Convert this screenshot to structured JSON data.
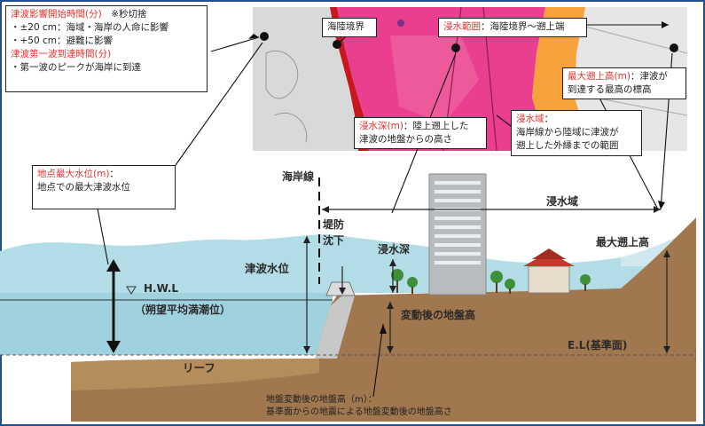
{
  "callouts": {
    "onset": {
      "title": "津波影響開始時間(分)",
      "note": "※秒切捨",
      "line1": "・±20 cm：海域・海岸の人命に影響",
      "line2": "・+50 cm：避難に影響",
      "title2": "津波第一波到達時間(分)",
      "line3": "・第一波のピークが海岸に到達"
    },
    "coastline_box": "海陸境界",
    "inundation_range": {
      "term": "浸水範囲",
      "desc": "：海陸境界～遡上端"
    },
    "max_runup": {
      "term": "最大遡上高(m)",
      "desc1": "：津波が",
      "desc2": "到達する最高の標高"
    },
    "inundation_depth": {
      "term": "浸水深(m)",
      "desc1": "：陸上遡上した",
      "desc2": "津波の地盤からの高さ"
    },
    "inundation_area": {
      "term": "浸水域",
      "desc0": "：",
      "desc1": "海岸線から陸域に津波が",
      "desc2": "遡上した外縁までの範囲"
    },
    "max_water_level": {
      "term": "地点最大水位(m)",
      "desc0": "：",
      "desc1": "地点での最大津波水位"
    }
  },
  "diagram_labels": {
    "coastline": "海岸線",
    "inundation_area": "浸水域",
    "levee_1": "堤防",
    "levee_2": "沈下",
    "inundation_depth": "浸水深",
    "tsunami_level": "津波水位",
    "max_runup": "最大遡上高",
    "hwl": "H.W.L",
    "hwl_sub": "（朔望平均満潮位）",
    "ground_after": "変動後の地盤高",
    "datum": "E.L(基準面)",
    "reef": "リーフ"
  },
  "ground_note": {
    "line1": "地盤変動後の地盤高（m）：",
    "line2": "基準面からの地震による地盤変動後の地盤高さ"
  },
  "colors": {
    "accent_red": "#e0322f",
    "sea": "#b3dde6",
    "ground": "#a0774e",
    "inundation_pink": "#ea3f8e",
    "inundation_orange": "#f5a23c",
    "frame": "#1f4f8c"
  }
}
